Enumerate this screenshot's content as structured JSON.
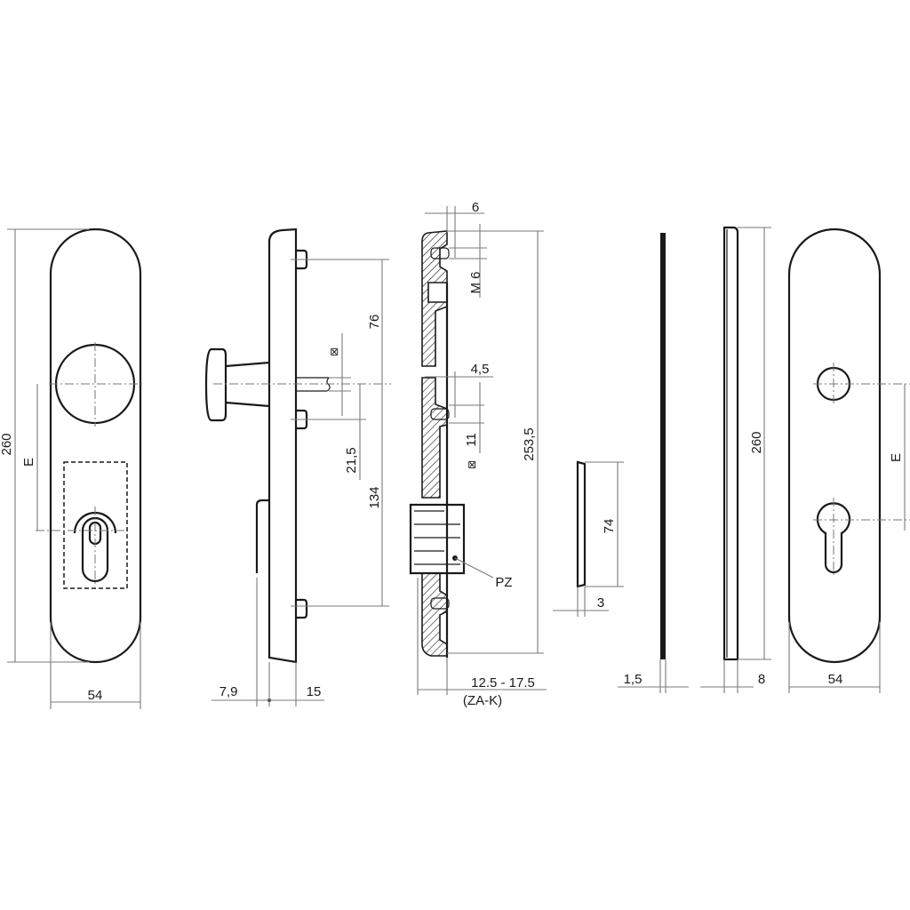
{
  "front_view_knob": {
    "height": "260",
    "distance_e": "E",
    "width": "54"
  },
  "side_view_knob": {
    "upper_spacing": "76",
    "square_symbol": "⊠",
    "spindle_offset": "21,5",
    "lower_spacing": "134",
    "offset": "7,9",
    "thickness": "15"
  },
  "section_view": {
    "screw_offset": "6",
    "thread": "M 6",
    "depth": "4,5",
    "square_size": "11",
    "square_symbol": "⊠",
    "total_height": "253,5",
    "cylinder_label": "PZ",
    "door_range": "12.5 - 17.5",
    "door_range_note": "(ZA-K)"
  },
  "spacer_plate": {
    "height": "74",
    "thickness": "3"
  },
  "thin_plate": {
    "thickness": "1,5"
  },
  "back_plate_side": {
    "height": "260",
    "thickness": "8"
  },
  "back_plate_front": {
    "distance_e": "E",
    "width": "54"
  },
  "colors": {
    "line": "#1a1a1a",
    "dimension": "#7a7a7a"
  }
}
